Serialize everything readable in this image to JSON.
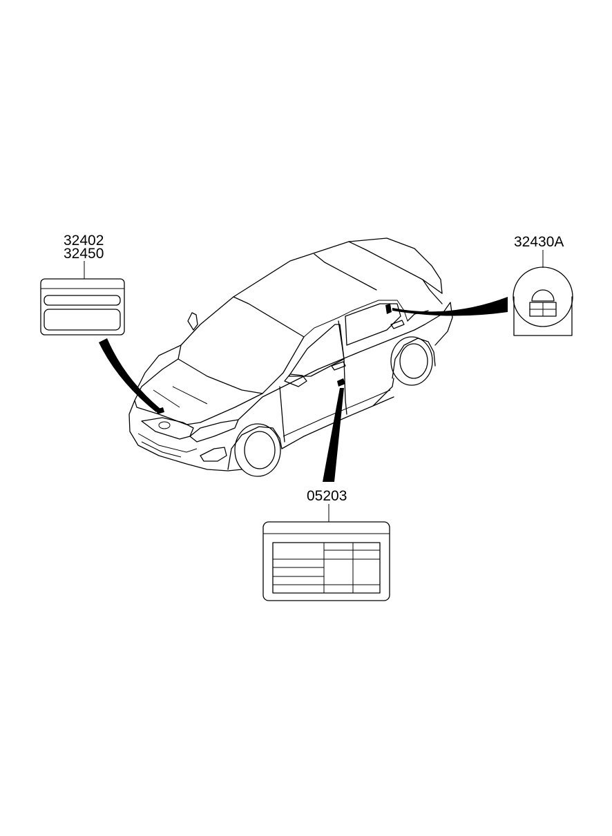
{
  "parts": [
    {
      "id": "hood-label",
      "numbers": [
        "32402",
        "32450"
      ]
    },
    {
      "id": "fuel-door-label",
      "numbers": [
        "32430A"
      ]
    },
    {
      "id": "door-pillar-label",
      "numbers": [
        "05203"
      ]
    }
  ]
}
